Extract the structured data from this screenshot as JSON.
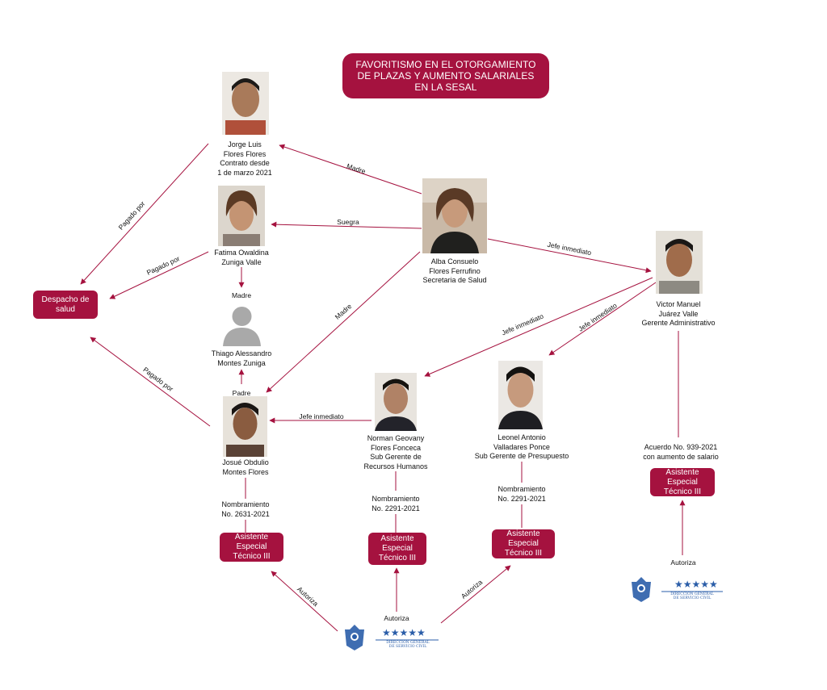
{
  "title": [
    "FAVORITISMO EN EL OTORGAMIENTO",
    "DE PLAZAS Y AUMENTO SALARIALES",
    "EN LA SESAL"
  ],
  "people": {
    "jorge": [
      "Jorge Luis",
      "Flores Flores",
      "Contrato desde",
      "1 de marzo 2021"
    ],
    "fatima": [
      "Fatima Owaldina",
      "Zuniga Valle"
    ],
    "alba": [
      "Alba Consuelo",
      "Flores Ferrufino",
      "Secretaria de Salud"
    ],
    "victor": [
      "Victor Manuel",
      "Juárez Valle",
      "Gerente Administrativo"
    ],
    "thiago": [
      "Thiago Alessandro",
      "Montes Zuniga"
    ],
    "josue": [
      "Josué Obdulio",
      "Montes Flores"
    ],
    "norman": [
      "Norman Geovany",
      "Flores Fonceca",
      "Sub Gerente de",
      "Recursos Humanos"
    ],
    "leonel": [
      "Leonel Antonio",
      "Valladares Ponce",
      "Sub Gerente de Presupuesto"
    ]
  },
  "despacho": [
    "Despacho de",
    "salud"
  ],
  "asistente": [
    "Asistente Especial",
    "Técnico III"
  ],
  "edge_labels": {
    "madre": "Madre",
    "suegra": "Suegra",
    "jefe_inmediato": "Jefe inmediato",
    "pagado_por": "Pagado por",
    "padre": "Padre",
    "autoriza": "Autoriza"
  },
  "nombramientos": {
    "josue": [
      "Nombramiento",
      "No. 2631-2021"
    ],
    "norman": [
      "Nombramiento",
      "No. 2291-2021"
    ],
    "leonel": [
      "Nombramiento",
      "No. 2291-2021"
    ]
  },
  "acuerdo": [
    "Acuerdo No. 939-2021",
    "con aumento de salario"
  ],
  "logo_text": [
    "DIRECCIÓN GENERAL",
    "DE SERVICIO CIVIL"
  ],
  "colors": {
    "accent": "#a5123f",
    "line": "#a5123f",
    "logo_blue": "#2a5da8"
  }
}
